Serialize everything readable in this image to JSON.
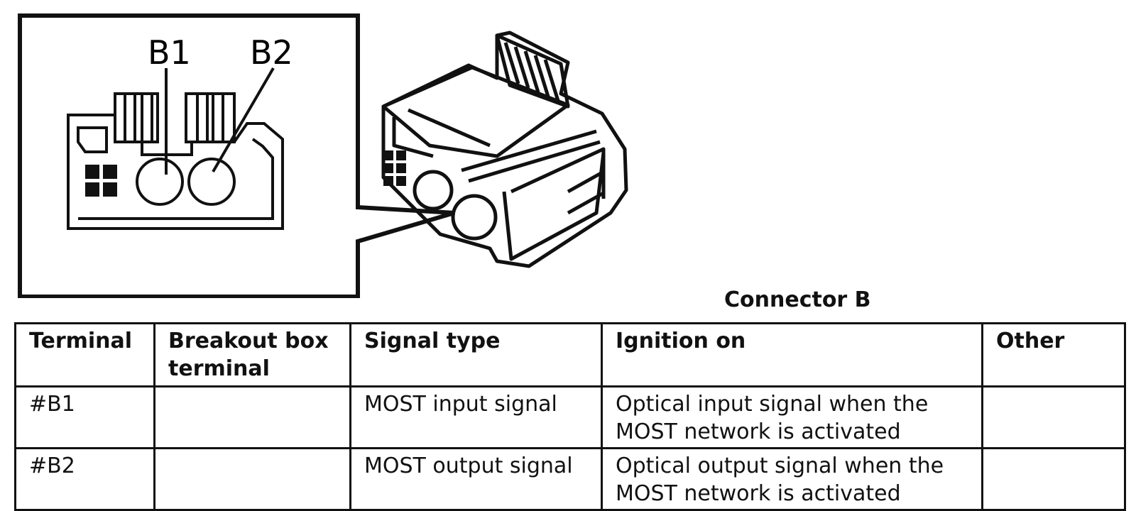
{
  "diagram": {
    "pin_labels": [
      "B1",
      "B2"
    ]
  },
  "caption": "Connector B",
  "table": {
    "headers": [
      "Terminal",
      "Breakout box terminal",
      "Signal type",
      "Ignition on",
      "Other"
    ],
    "rows": [
      [
        "#B1",
        "",
        "MOST input signal",
        "Optical input signal when the MOST network is activated",
        ""
      ],
      [
        "#B2",
        "",
        "MOST output signal",
        "Optical output signal when the MOST network is activated",
        ""
      ]
    ]
  }
}
